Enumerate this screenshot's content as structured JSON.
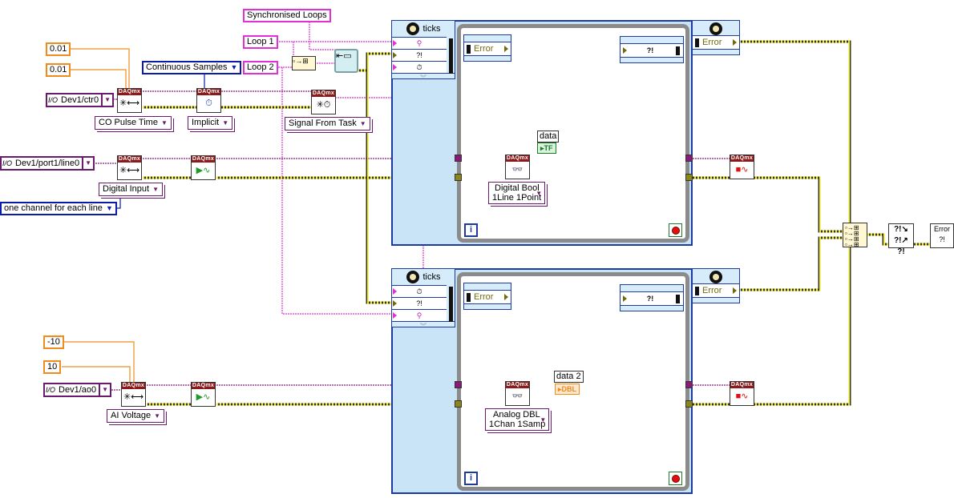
{
  "constants": {
    "co_high_time": "0.01",
    "co_low_time": "0.01",
    "ao_min": "-10",
    "ao_max": "10",
    "sample_mode": "Continuous Samples",
    "line_grouping": "one channel for each line",
    "sync_name": "Synchronised Loops",
    "loop1_name": "Loop 1",
    "loop2_name": "Loop 2"
  },
  "channels": {
    "counter": "Dev1/ctr0",
    "digital": "Dev1/port1/line0",
    "analog": "Dev1/ao0",
    "io_glyph": "I/O"
  },
  "selectors": {
    "co_pulse": "CO Pulse Time",
    "implicit": "Implicit",
    "signal_from_task": "Signal From Task",
    "digital_input": "Digital Input",
    "ai_voltage": "AI Voltage",
    "read_digital": [
      "Digital Bool",
      "1Line 1Point"
    ],
    "read_analog": [
      "Analog DBL",
      "1Chan 1Samp"
    ]
  },
  "daqmx_header": "DAQmx",
  "timed_loops": [
    {
      "header": "ticks",
      "inputs": [
        "loop-name",
        "error-in",
        "timing-source"
      ],
      "error_label": "Error",
      "error_out_glyph": "?!",
      "iteration_label": "i",
      "indicator_label": "data",
      "indicator_type": "TF"
    },
    {
      "header": "ticks",
      "inputs": [
        "timing-source",
        "error-in",
        "loop-name"
      ],
      "error_label": "Error",
      "error_out_glyph": "?!",
      "iteration_label": "i",
      "indicator_label": "data 2",
      "indicator_type": "DBL"
    }
  ],
  "error_handling": {
    "merge_glyph": "?!↘ ?!↗ ?!",
    "dialog_glyph": "Error ?!"
  },
  "colors": {
    "error_wire": "#d8d230",
    "task_wire": "#8a1a7a",
    "string_wire": "#e42ed6",
    "numeric_wire": "#f08c1e",
    "enum_wire": "#0a1cb0",
    "loop_border": "#1c3aa0",
    "loop_frame": "#8b8b8b"
  }
}
